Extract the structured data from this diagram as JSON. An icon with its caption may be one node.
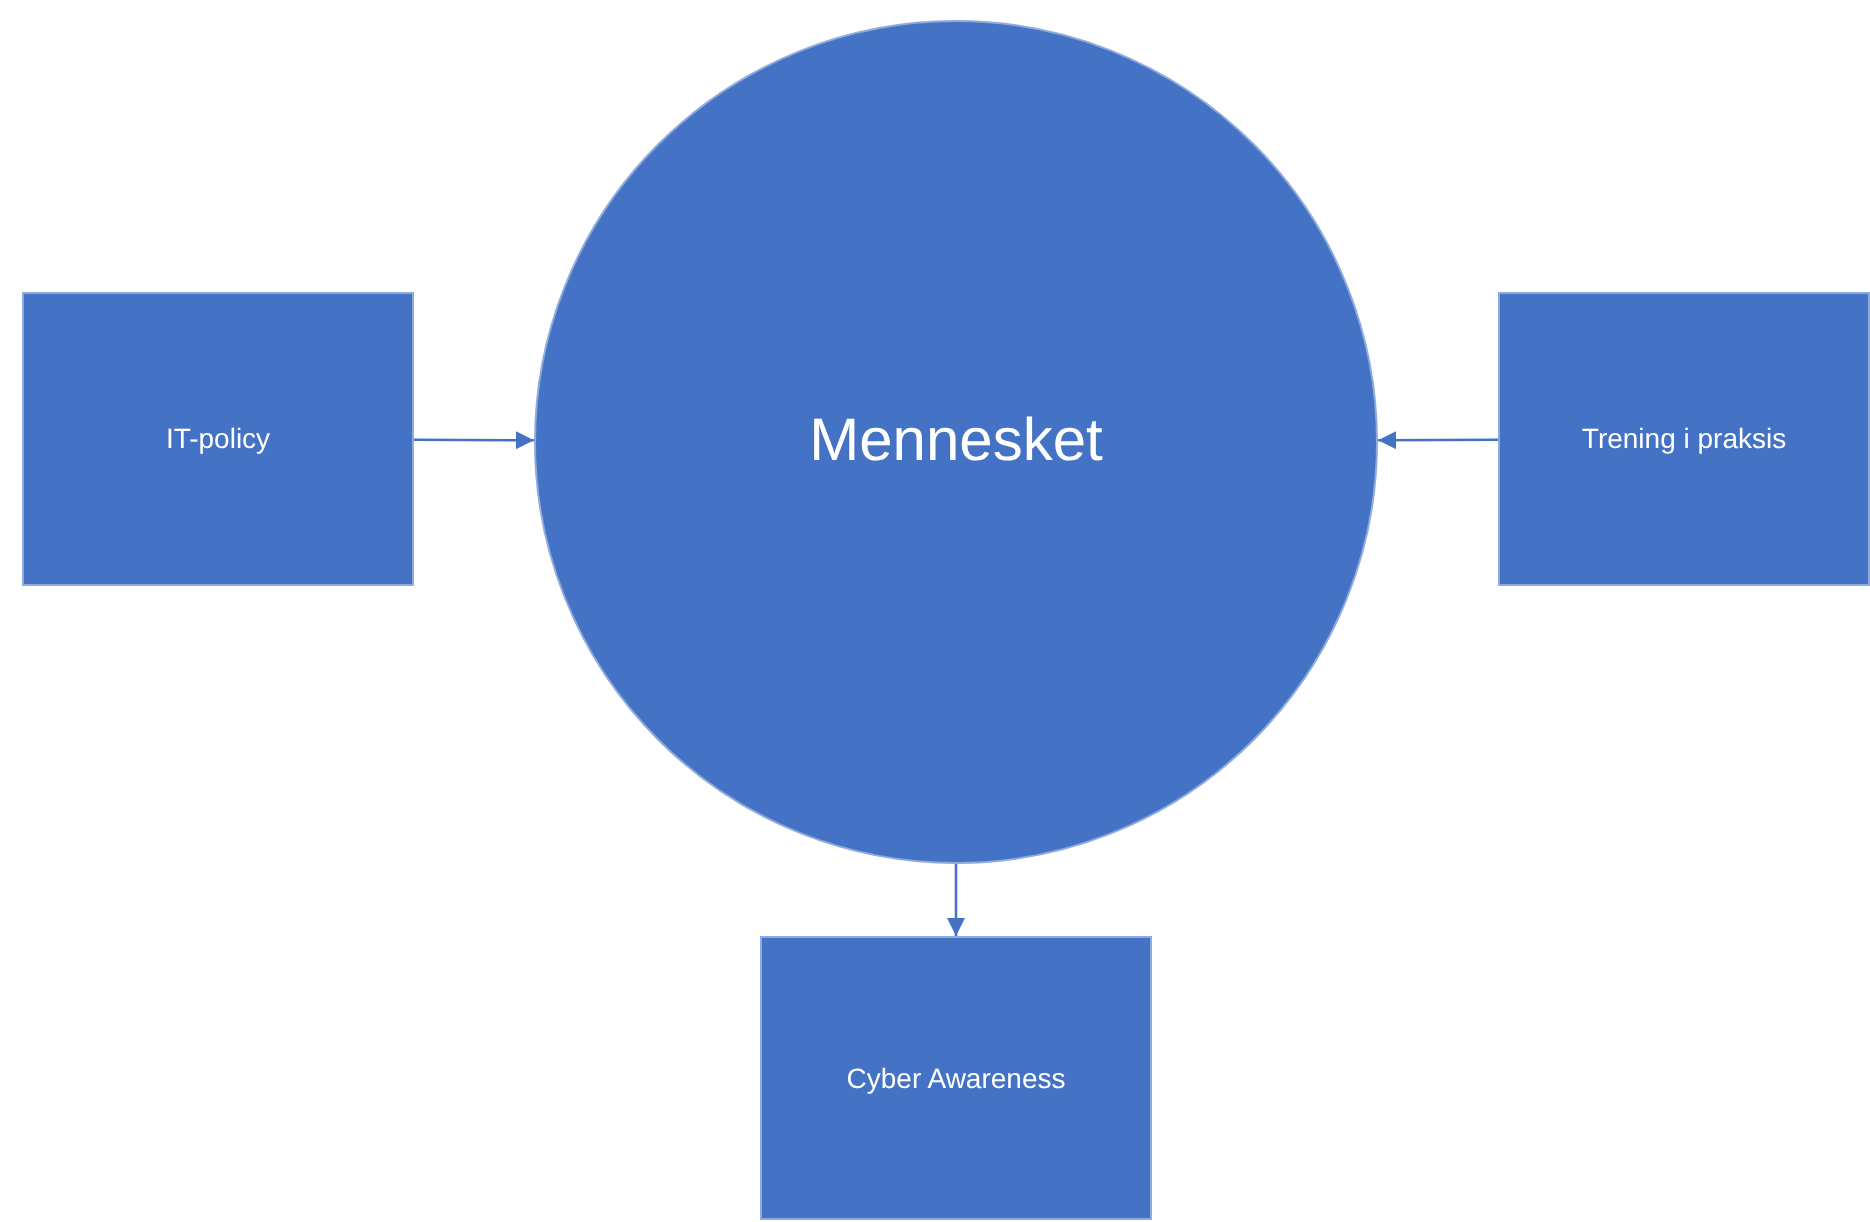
{
  "diagram": {
    "nodes": [
      {
        "text": [
          "Mennesket"
        ]
      },
      {
        "text": [
          "IT-policy"
        ]
      },
      {
        "text": [
          "Trening i praksis"
        ]
      },
      {
        "text": [
          "Cyber Awareness"
        ]
      }
    ],
    "edges": [
      {
        "from": 1,
        "to": 0,
        "arrow": "to"
      },
      {
        "from": 2,
        "to": 0,
        "arrow": "to"
      },
      {
        "from": 0,
        "to": 3,
        "arrow": "to"
      }
    ]
  }
}
